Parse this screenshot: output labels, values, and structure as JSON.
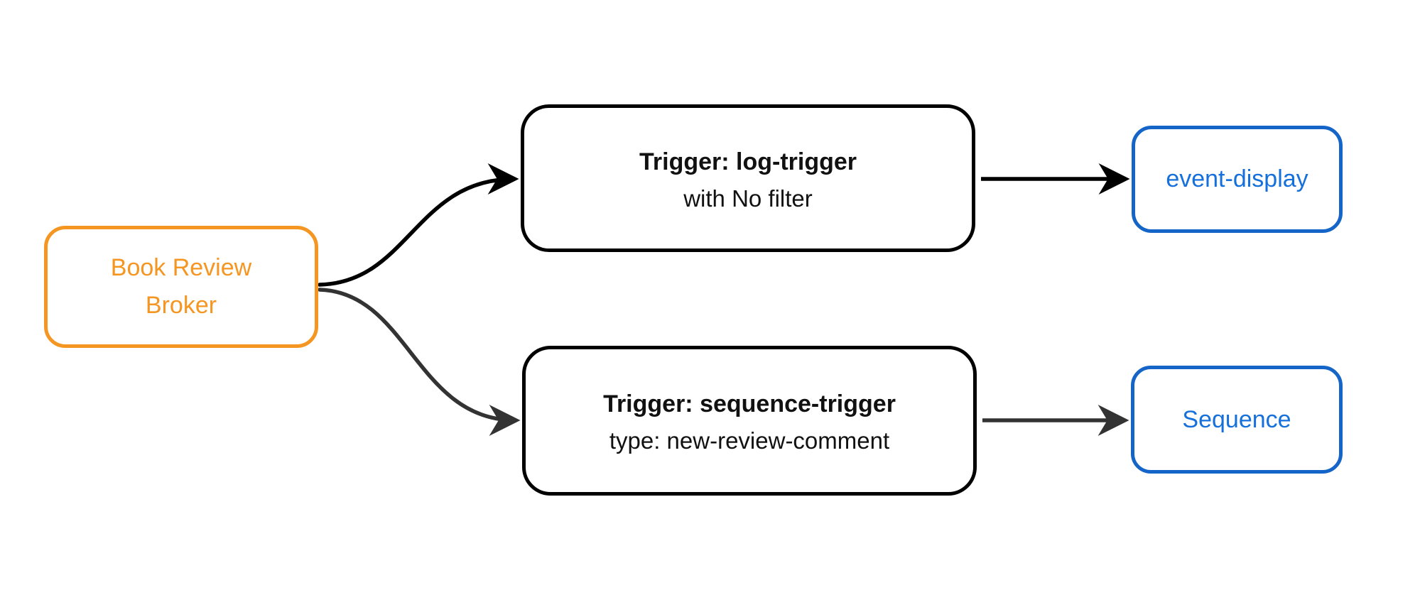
{
  "diagram": {
    "type": "flowchart",
    "direction": "left-to-right",
    "background_color": "#ffffff",
    "nodes": {
      "broker": {
        "label": "Book Review Broker",
        "label_line1": "Book Review",
        "label_line2": "Broker",
        "border_color": "#f59623",
        "text_color": "#f59623",
        "fill_color": "#ffffff"
      },
      "trigger_log": {
        "title": "Trigger: log-trigger",
        "subtitle": "with No filter",
        "border_color": "#000000",
        "text_color": "#111111",
        "fill_color": "#ffffff"
      },
      "trigger_sequence": {
        "title": "Trigger: sequence-trigger",
        "subtitle": "type: new-review-comment",
        "border_color": "#000000",
        "text_color": "#111111",
        "fill_color": "#ffffff"
      },
      "event_display": {
        "label": "event-display",
        "border_color": "#1565c8",
        "text_color": "#1570dc",
        "fill_color": "#ffffff"
      },
      "sequence": {
        "label": "Sequence",
        "border_color": "#1565c8",
        "text_color": "#1570dc",
        "fill_color": "#ffffff"
      }
    },
    "edges": [
      {
        "from": "broker",
        "to": "trigger_log",
        "shape": "curved",
        "color": "#000000"
      },
      {
        "from": "broker",
        "to": "trigger_sequence",
        "shape": "curved",
        "color": "#333333"
      },
      {
        "from": "trigger_log",
        "to": "event_display",
        "shape": "straight",
        "color": "#000000"
      },
      {
        "from": "trigger_sequence",
        "to": "sequence",
        "shape": "straight",
        "color": "#333333"
      }
    ]
  }
}
